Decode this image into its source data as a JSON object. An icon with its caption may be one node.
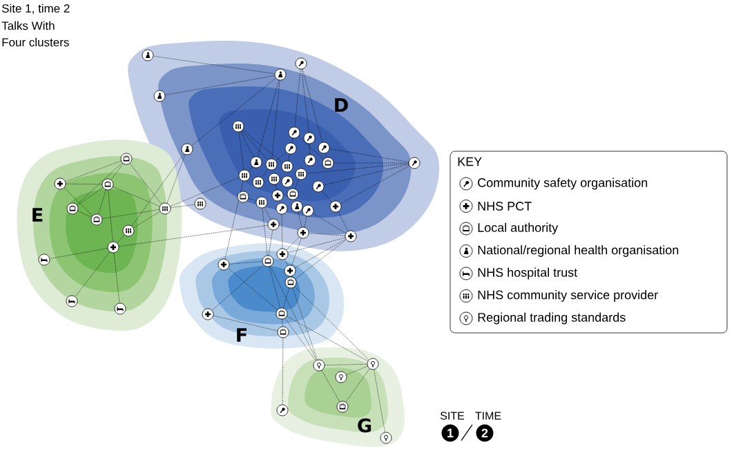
{
  "diagram": {
    "title": "Site 1, time 2",
    "nodes": [
      {
        "text": [
          "D"
        ]
      },
      {
        "text": [
          "E"
        ]
      },
      {
        "text": [
          "F"
        ]
      },
      {
        "text": [
          "G"
        ]
      },
      {
        "text": [],
        "shape": "circle",
        "in": 0
      },
      {
        "text": [],
        "shape": "circle",
        "in": 0
      },
      {
        "text": [],
        "shape": "circle",
        "in": 0
      },
      {
        "text": [],
        "shape": "circle",
        "in": 0
      },
      {
        "text": [],
        "shape": "circle",
        "in": 0
      },
      {
        "text": [],
        "shape": "circle",
        "in": 0
      },
      {
        "text": [],
        "shape": "circle",
        "in": 0
      },
      {
        "text": [],
        "shape": "circle",
        "in": 0
      },
      {
        "text": [],
        "shape": "circle",
        "in": 0
      },
      {
        "text": [],
        "shape": "circle",
        "in": 0
      },
      {
        "text": [],
        "shape": "circle",
        "in": 0
      },
      {
        "text": [],
        "shape": "circle",
        "in": 0
      },
      {
        "text": [],
        "shape": "circle",
        "in": 0
      },
      {
        "text": [],
        "shape": "circle",
        "in": 0
      },
      {
        "text": [],
        "shape": "circle",
        "in": 0
      },
      {
        "text": [],
        "shape": "circle",
        "in": 0
      },
      {
        "text": [],
        "shape": "circle",
        "in": 0
      },
      {
        "text": [],
        "shape": "circle",
        "in": 0
      },
      {
        "text": [],
        "shape": "circle",
        "in": 0
      },
      {
        "text": [],
        "shape": "circle",
        "in": 0
      },
      {
        "text": [],
        "shape": "circle",
        "in": 0
      },
      {
        "text": [],
        "shape": "circle",
        "in": 0
      },
      {
        "text": [],
        "shape": "circle",
        "in": 0
      },
      {
        "text": [],
        "shape": "circle",
        "in": 0
      },
      {
        "text": [],
        "shape": "circle",
        "in": 0
      },
      {
        "text": [],
        "shape": "circle",
        "in": 0
      },
      {
        "text": [],
        "shape": "circle",
        "in": 0
      },
      {
        "text": [],
        "shape": "circle",
        "in": 0
      },
      {
        "text": [],
        "shape": "circle",
        "in": 0
      },
      {
        "text": [],
        "shape": "circle",
        "in": 0
      },
      {
        "text": [],
        "shape": "circle",
        "in": 0
      },
      {
        "text": [],
        "shape": "circle",
        "in": 0
      },
      {
        "text": [],
        "shape": "circle",
        "in": 0
      },
      {
        "text": [],
        "shape": "circle",
        "in": 0
      },
      {
        "text": [],
        "shape": "circle",
        "in": 1
      },
      {
        "text": [],
        "shape": "circle",
        "in": 1
      },
      {
        "text": [],
        "shape": "circle",
        "in": 1
      },
      {
        "text": [],
        "shape": "circle",
        "in": 1
      },
      {
        "text": [],
        "shape": "circle",
        "in": 1
      },
      {
        "text": [],
        "shape": "circle",
        "in": 1
      },
      {
        "text": [],
        "shape": "circle",
        "in": 1
      },
      {
        "text": [],
        "shape": "circle",
        "in": 1
      },
      {
        "text": [],
        "shape": "circle",
        "in": 1
      },
      {
        "text": [],
        "shape": "circle",
        "in": 1
      },
      {
        "text": [],
        "shape": "circle",
        "in": 1
      },
      {
        "text": [],
        "shape": "circle",
        "in": 2
      },
      {
        "text": [],
        "shape": "circle",
        "in": 2
      },
      {
        "text": [],
        "shape": "circle",
        "in": 2
      },
      {
        "text": [],
        "shape": "circle",
        "in": 2
      },
      {
        "text": [],
        "shape": "circle",
        "in": 2
      },
      {
        "text": [],
        "shape": "circle",
        "in": 2
      },
      {
        "text": [],
        "shape": "circle",
        "in": 2
      },
      {
        "text": [],
        "shape": "circle",
        "in": 2
      },
      {
        "text": [],
        "shape": "circle",
        "in": 3
      },
      {
        "text": [],
        "shape": "circle",
        "in": 3
      },
      {
        "text": [],
        "shape": "circle",
        "in": 3
      },
      {
        "text": [],
        "shape": "circle",
        "in": 3
      },
      {
        "text": [],
        "shape": "circle",
        "in": 3
      },
      {
        "text": [],
        "shape": "circle",
        "in": 3
      }
    ],
    "edges": [
      {
        "from": 4,
        "to": 5,
        "arrow": "none"
      },
      {
        "from": 7,
        "to": 5,
        "arrow": "none"
      },
      {
        "from": 5,
        "to": 9,
        "arrow": "none"
      },
      {
        "from": 5,
        "to": 18,
        "arrow": "none"
      },
      {
        "from": 5,
        "to": 17,
        "arrow": "none"
      },
      {
        "from": 6,
        "to": 11,
        "arrow": "none"
      },
      {
        "from": 6,
        "to": 12,
        "arrow": "none"
      },
      {
        "from": 6,
        "to": 13,
        "arrow": "none"
      },
      {
        "from": 11,
        "to": 14,
        "arrow": "none"
      },
      {
        "from": 12,
        "to": 15,
        "arrow": "none"
      },
      {
        "from": 13,
        "to": 16,
        "arrow": "none"
      },
      {
        "from": 14,
        "to": 19,
        "arrow": "none"
      },
      {
        "from": 8,
        "to": 17,
        "arrow": "none"
      },
      {
        "from": 8,
        "to": 23,
        "arrow": "none"
      },
      {
        "from": 8,
        "to": 19,
        "arrow": "none"
      },
      {
        "from": 8,
        "to": 18,
        "arrow": "none"
      },
      {
        "from": 10,
        "to": 13,
        "arrow": "none"
      },
      {
        "from": 10,
        "to": 16,
        "arrow": "none"
      },
      {
        "from": 10,
        "to": 33,
        "arrow": "none"
      },
      {
        "from": 10,
        "to": 25,
        "arrow": "none"
      },
      {
        "from": 10,
        "to": 20,
        "arrow": "none"
      },
      {
        "from": 11,
        "to": 16,
        "arrow": "none"
      },
      {
        "from": 14,
        "to": 18,
        "arrow": "none"
      },
      {
        "from": 17,
        "to": 23,
        "arrow": "none"
      },
      {
        "from": 18,
        "to": 24,
        "arrow": "none"
      },
      {
        "from": 21,
        "to": 28,
        "arrow": "none"
      },
      {
        "from": 25,
        "to": 33,
        "arrow": "none"
      },
      {
        "from": 26,
        "to": 27,
        "arrow": "none"
      },
      {
        "from": 27,
        "to": 34,
        "arrow": "none"
      },
      {
        "from": 31,
        "to": 35,
        "arrow": "none"
      },
      {
        "from": 32,
        "to": 35,
        "arrow": "none"
      },
      {
        "from": 35,
        "to": 37,
        "arrow": "none"
      },
      {
        "from": 32,
        "to": 37,
        "arrow": "none"
      },
      {
        "from": 29,
        "to": 20,
        "arrow": "none"
      },
      {
        "from": 33,
        "to": 37,
        "arrow": "none"
      },
      {
        "from": 38,
        "to": 39,
        "arrow": "none"
      },
      {
        "from": 38,
        "to": 40,
        "arrow": "none"
      },
      {
        "from": 38,
        "to": 41,
        "arrow": "none"
      },
      {
        "from": 38,
        "to": 43,
        "arrow": "none"
      },
      {
        "from": 39,
        "to": 40,
        "arrow": "none"
      },
      {
        "from": 39,
        "to": 42,
        "arrow": "none"
      },
      {
        "from": 40,
        "to": 41,
        "arrow": "none"
      },
      {
        "from": 40,
        "to": 42,
        "arrow": "none"
      },
      {
        "from": 40,
        "to": 43,
        "arrow": "none"
      },
      {
        "from": 40,
        "to": 45,
        "arrow": "none"
      },
      {
        "from": 41,
        "to": 42,
        "arrow": "none"
      },
      {
        "from": 42,
        "to": 43,
        "arrow": "none"
      },
      {
        "from": 43,
        "to": 44,
        "arrow": "none"
      },
      {
        "from": 44,
        "to": 45,
        "arrow": "none"
      },
      {
        "from": 45,
        "to": 46,
        "arrow": "none"
      },
      {
        "from": 45,
        "to": 47,
        "arrow": "none"
      },
      {
        "from": 45,
        "to": 48,
        "arrow": "none"
      },
      {
        "from": 45,
        "to": 34,
        "arrow": "none"
      },
      {
        "from": 43,
        "to": 9,
        "arrow": "none"
      },
      {
        "from": 43,
        "to": 23,
        "arrow": "none"
      },
      {
        "from": 43,
        "to": 36,
        "arrow": "none"
      },
      {
        "from": 44,
        "to": 9,
        "arrow": "none"
      },
      {
        "from": 49,
        "to": 50,
        "arrow": "none"
      },
      {
        "from": 49,
        "to": 23,
        "arrow": "none"
      },
      {
        "from": 54,
        "to": 50,
        "arrow": "none"
      },
      {
        "from": 50,
        "to": 34,
        "arrow": "none"
      },
      {
        "from": 50,
        "to": 27,
        "arrow": "none"
      },
      {
        "from": 51,
        "to": 30,
        "arrow": "none"
      },
      {
        "from": 51,
        "to": 35,
        "arrow": "none"
      },
      {
        "from": 51,
        "to": 37,
        "arrow": "none"
      },
      {
        "from": 52,
        "to": 37,
        "arrow": "none"
      },
      {
        "from": 53,
        "to": 37,
        "arrow": "none"
      },
      {
        "from": 52,
        "to": 35,
        "arrow": "none"
      },
      {
        "from": 51,
        "to": 52,
        "arrow": "none"
      },
      {
        "from": 50,
        "to": 55,
        "arrow": "none"
      },
      {
        "from": 53,
        "to": 55,
        "arrow": "none"
      },
      {
        "from": 55,
        "to": 56,
        "arrow": "none"
      },
      {
        "from": 55,
        "to": 49,
        "arrow": "none"
      },
      {
        "from": 56,
        "to": 54,
        "arrow": "none"
      },
      {
        "from": 56,
        "to": 61,
        "arrow": "none"
      },
      {
        "from": 55,
        "to": 57,
        "arrow": "none"
      },
      {
        "from": 55,
        "to": 58,
        "arrow": "none"
      },
      {
        "from": 53,
        "to": 57,
        "arrow": "none"
      },
      {
        "from": 53,
        "to": 58,
        "arrow": "none"
      },
      {
        "from": 50,
        "to": 57,
        "arrow": "none"
      },
      {
        "from": 57,
        "to": 58,
        "arrow": "none"
      },
      {
        "from": 57,
        "to": 60,
        "arrow": "none"
      },
      {
        "from": 58,
        "to": 59,
        "arrow": "none"
      },
      {
        "from": 58,
        "to": 60,
        "arrow": "none"
      },
      {
        "from": 58,
        "to": 62,
        "arrow": "none"
      }
    ],
    "labels": [
      "Talks With",
      "Four clusters",
      "KEY",
      "SITE",
      "TIME",
      "1",
      "2"
    ],
    "legend": [
      {
        "text": "Community safety organisation"
      },
      {
        "text": "NHS PCT"
      },
      {
        "text": "Local authority"
      },
      {
        "text": "National/regional health organisation"
      },
      {
        "text": "NHS hospital trust"
      },
      {
        "text": "NHS community service provider"
      },
      {
        "text": "Regional trading standards"
      }
    ]
  }
}
